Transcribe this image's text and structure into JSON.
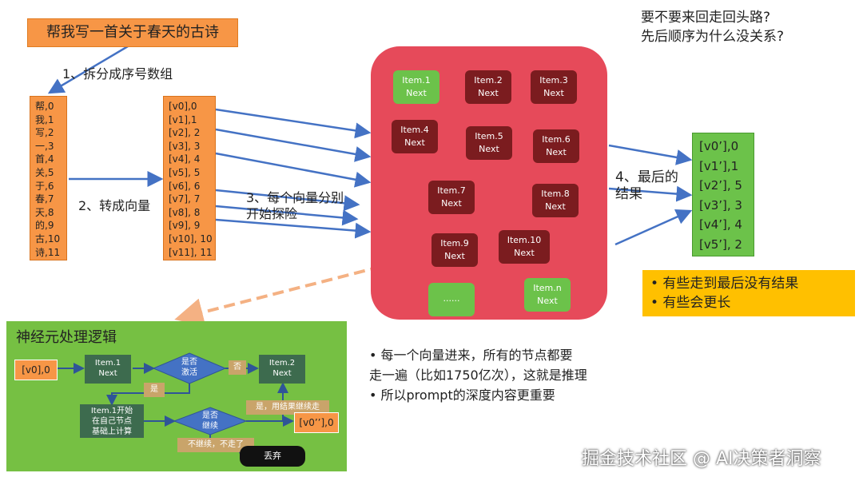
{
  "title": "帮我写一首关于春天的古诗",
  "step1": "1、拆分成序号数组",
  "step2": "2、转成向量",
  "step3_line1": "3、每个向量分别",
  "step3_line2": "开始探险",
  "step4_line1": "4、最后的",
  "step4_line2": "结果",
  "question_line1": "要不要来回走回头路?",
  "question_line2": "先后顺序为什么没关系?",
  "chars": [
    "帮,0",
    "我,1",
    "写,2",
    "一,3",
    "首,4",
    "关,5",
    "于,6",
    "春,7",
    "天,8",
    "的,9",
    "古,10",
    "诗,11"
  ],
  "vectors": [
    "[v0],0",
    "[v1],1",
    "[v2], 2",
    "[v3], 3",
    "[v4], 4",
    "[v5], 5",
    "[v6], 6",
    "[v7], 7",
    "[v8], 8",
    "[v9], 9",
    "[v10], 10",
    "[v11], 11"
  ],
  "nodes": {
    "item1": {
      "name": "Item.1",
      "next": "Next"
    },
    "item2": {
      "name": "Item.2",
      "next": "Next"
    },
    "item3": {
      "name": "Item.3",
      "next": "Next"
    },
    "item4": {
      "name": "Item.4",
      "next": "Next"
    },
    "item5": {
      "name": "Item.5",
      "next": "Next"
    },
    "item6": {
      "name": "Item.6",
      "next": "Next"
    },
    "item7": {
      "name": "Item.7",
      "next": "Next"
    },
    "item8": {
      "name": "Item.8",
      "next": "Next"
    },
    "item9": {
      "name": "Item.9",
      "next": "Next"
    },
    "item10": {
      "name": "Item.10",
      "next": "Next"
    },
    "ellipsis": "......",
    "itemn": {
      "name": "Item.n",
      "next": "Next"
    }
  },
  "results": [
    "[v0’],0",
    "[v1’],1",
    "[v2’], 5",
    "[v3’], 3",
    "[v4’], 4",
    "[v5’], 2"
  ],
  "notes": [
    "•  有些走到最后没有结果",
    "•  有些会更长"
  ],
  "bullets": [
    "•  每一个向量进来，所有的节点都要",
    "走一遍（比如1750亿次），这就是推理",
    "•  所以prompt的深度内容更重要"
  ],
  "neuro": {
    "title": "神经元处理逻辑",
    "input": "[v0],0",
    "item1_name": "Item.1",
    "item1_next": "Next",
    "decision1_line1": "是否",
    "decision1_line2": "激活",
    "no1": "否",
    "yes1": "是",
    "item2_name": "Item.2",
    "item2_next": "Next",
    "process_line1": "Item.1开始",
    "process_line2": "在自己节点",
    "process_line3": "基础上计算",
    "decision2_line1": "是否",
    "decision2_line2": "继续",
    "yes2": "是，用结果继续走",
    "output": "[v0’’],0",
    "no2": "不继续，不走了",
    "discard": "丢弃"
  },
  "watermark": "掘金技术社区 @ AI决策者洞察",
  "colors": {
    "orange": "#f79646",
    "red_panel": "#e64a5a",
    "dark_node": "#7b1c1f",
    "green": "#6cc24a",
    "yellow": "#ffc000",
    "arrow": "#4472c4"
  }
}
